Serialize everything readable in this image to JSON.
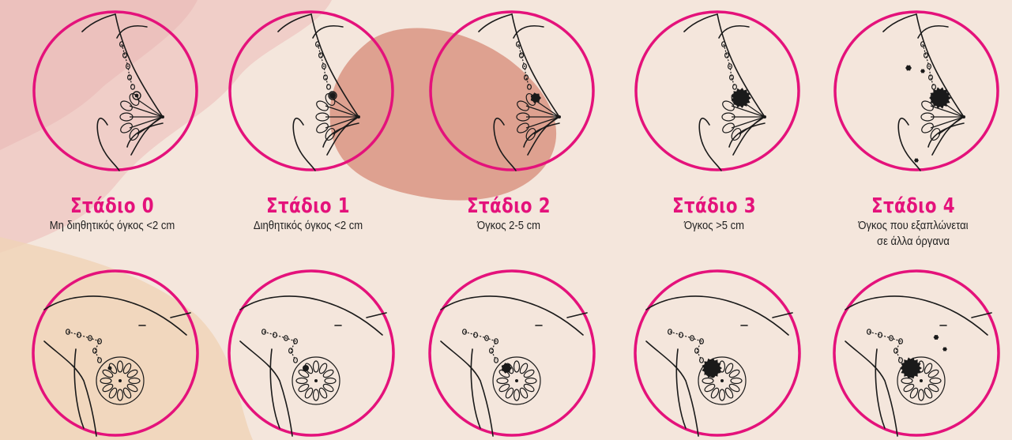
{
  "colors": {
    "accent": "#e4127b",
    "ink": "#1a1a1a",
    "background": "#f4e6dc"
  },
  "stages": [
    {
      "title": "Στάδιο 0",
      "desc": "Μη διηθητικός όγκος <2 cm",
      "tumor": 0
    },
    {
      "title": "Στάδιο 1",
      "desc": "Διηθητικός όγκος <2 cm",
      "tumor": 1
    },
    {
      "title": "Στάδιο 2",
      "desc": "Όγκος 2-5 cm",
      "tumor": 2
    },
    {
      "title": "Στάδιο 3",
      "desc": "Όγκος >5 cm",
      "tumor": 3
    },
    {
      "title": "Στάδιο 4",
      "desc": "Όγκος που εξαπλώνεται\nσε άλλα όργανα",
      "tumor": 4
    }
  ]
}
